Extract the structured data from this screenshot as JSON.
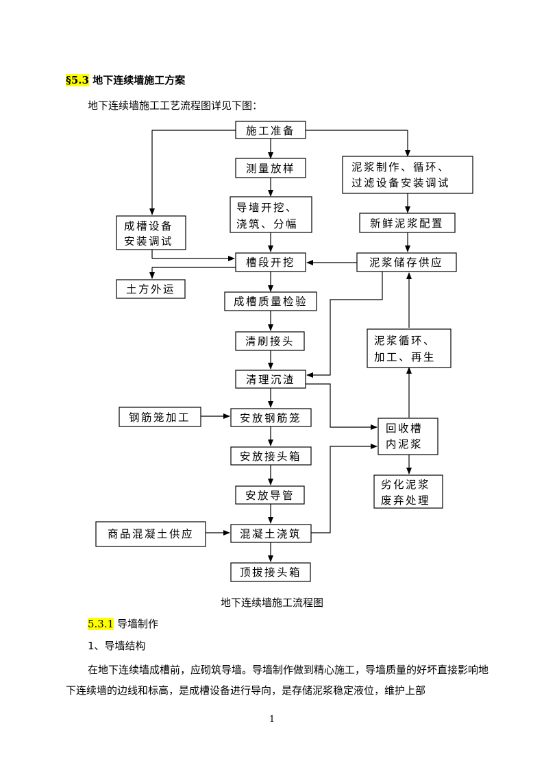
{
  "section": {
    "number": "§5.3",
    "title": "地下连续墙施工方案"
  },
  "intro": "地下连续墙施工工艺流程图详见下图：",
  "flowchart": {
    "caption": "地下连续墙施工流程图",
    "nodes": {
      "prep": "施工准备",
      "survey": "测量放样",
      "guide_wall": [
        "导墙开挖、",
        "浇筑、分幅"
      ],
      "slurry_equipment": [
        "泥浆制作、循环、",
        "过滤设备安装调试"
      ],
      "fresh_slurry": "新鲜泥浆配置",
      "trench_equipment": [
        "成槽设备",
        "安装调试"
      ],
      "trench_excavation": "槽段开挖",
      "slurry_storage": "泥浆储存供应",
      "earth_transport": "土方外运",
      "quality_check": "成槽质量检验",
      "joint_brush": "清刷接头",
      "slurry_recycle": [
        "泥浆循环、",
        "加工、再生"
      ],
      "sediment_clean": "清理沉渣",
      "rebar_processing": "钢筋笼加工",
      "rebar_install": "安放钢筋笼",
      "recovery_tank": [
        "回收槽",
        "内泥浆"
      ],
      "joint_box": "安放接头箱",
      "degraded_slurry": [
        "劣化泥浆",
        "废弃处理"
      ],
      "tremie": "安放导管",
      "concrete_supply": "商品混凝土供应",
      "concrete_pour": "混凝土浇筑",
      "joint_box_pull": "顶拔接头箱"
    }
  },
  "subsection": {
    "number": "5.3.1",
    "title": "导墙制作"
  },
  "item_1": "1、导墙结构",
  "paragraph": "在地下连续墙成槽前，应砌筑导墙。导墙制作做到精心施工，导墙质量的好坏直接影响地下连续墙的边线和标高，是成槽设备进行导向，是存储泥浆稳定液位，维护上部",
  "page_number": "1"
}
